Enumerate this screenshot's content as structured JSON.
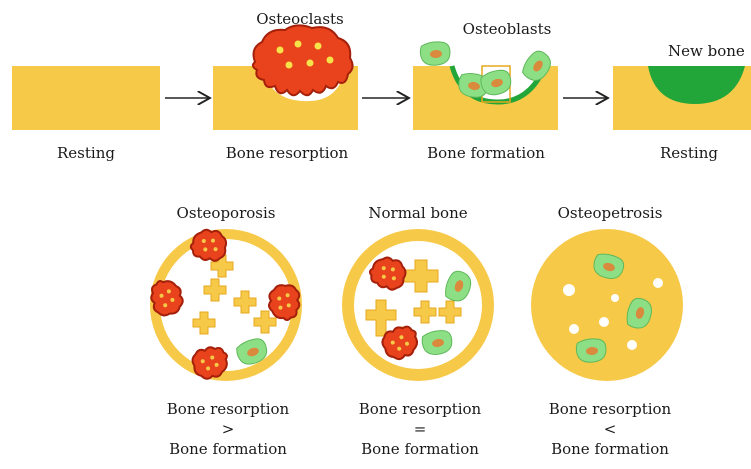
{
  "colors": {
    "bone": "#f7c948",
    "bone_dark": "#e6a81c",
    "osteoclast": "#e8431c",
    "osteoclast_dark": "#a5200a",
    "osteoblast": "#8ddf86",
    "osteoblast_nucleus": "#d98a3d",
    "new_bone": "#22a63a",
    "cavity": "#ffffff"
  },
  "cycle": {
    "stages": [
      {
        "label": "Resting"
      },
      {
        "label": "Bone resorption",
        "cell_label": "Osteoclasts"
      },
      {
        "label": "Bone formation",
        "cell_label": "Osteoblasts"
      },
      {
        "label": "Resting",
        "cell_label": "New bone"
      }
    ]
  },
  "comparisons": [
    {
      "title": "Osteoporosis",
      "left": "Bone resorption",
      "symbol": ">",
      "right": "Bone formation"
    },
    {
      "title": "Normal bone",
      "left": "Bone resorption",
      "symbol": "=",
      "right": "Bone formation"
    },
    {
      "title": "Osteopetrosis",
      "left": "Bone resorption",
      "symbol": "<",
      "right": "Bone formation"
    }
  ]
}
